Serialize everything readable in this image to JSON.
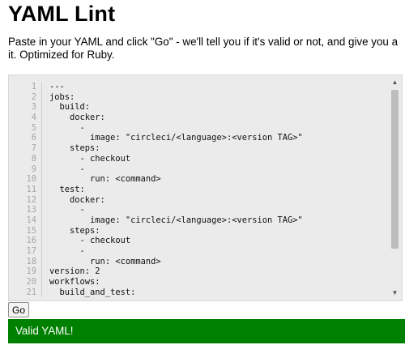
{
  "header": {
    "title": "YAML Lint"
  },
  "intro": {
    "line1": "Paste in your YAML and click \"Go\" - we'll tell you if it's valid or not, and give you a",
    "line2": "it. Optimized for Ruby."
  },
  "editor": {
    "lines": [
      {
        "num": "1",
        "text": "---"
      },
      {
        "num": "2",
        "text": "jobs:"
      },
      {
        "num": "3",
        "text": "  build:"
      },
      {
        "num": "4",
        "text": "    docker:"
      },
      {
        "num": "5",
        "text": "      -"
      },
      {
        "num": "6",
        "text": "        image: \"circleci/<language>:<version TAG>\""
      },
      {
        "num": "7",
        "text": "    steps:"
      },
      {
        "num": "8",
        "text": "      - checkout"
      },
      {
        "num": "9",
        "text": "      -"
      },
      {
        "num": "10",
        "text": "        run: <command>"
      },
      {
        "num": "11",
        "text": "  test:"
      },
      {
        "num": "12",
        "text": "    docker:"
      },
      {
        "num": "13",
        "text": "      -"
      },
      {
        "num": "14",
        "text": "        image: \"circleci/<language>:<version TAG>\""
      },
      {
        "num": "15",
        "text": "    steps:"
      },
      {
        "num": "16",
        "text": "      - checkout"
      },
      {
        "num": "17",
        "text": "      -"
      },
      {
        "num": "18",
        "text": "        run: <command>"
      },
      {
        "num": "19",
        "text": "version: 2"
      },
      {
        "num": "20",
        "text": "workflows:"
      },
      {
        "num": "21",
        "text": "  build_and_test:"
      }
    ],
    "scroll_up_icon": "triangle-up",
    "scroll_down_icon": "triangle-down"
  },
  "actions": {
    "go_label": "Go"
  },
  "result": {
    "text": "Valid YAML!",
    "color": "#008000"
  }
}
